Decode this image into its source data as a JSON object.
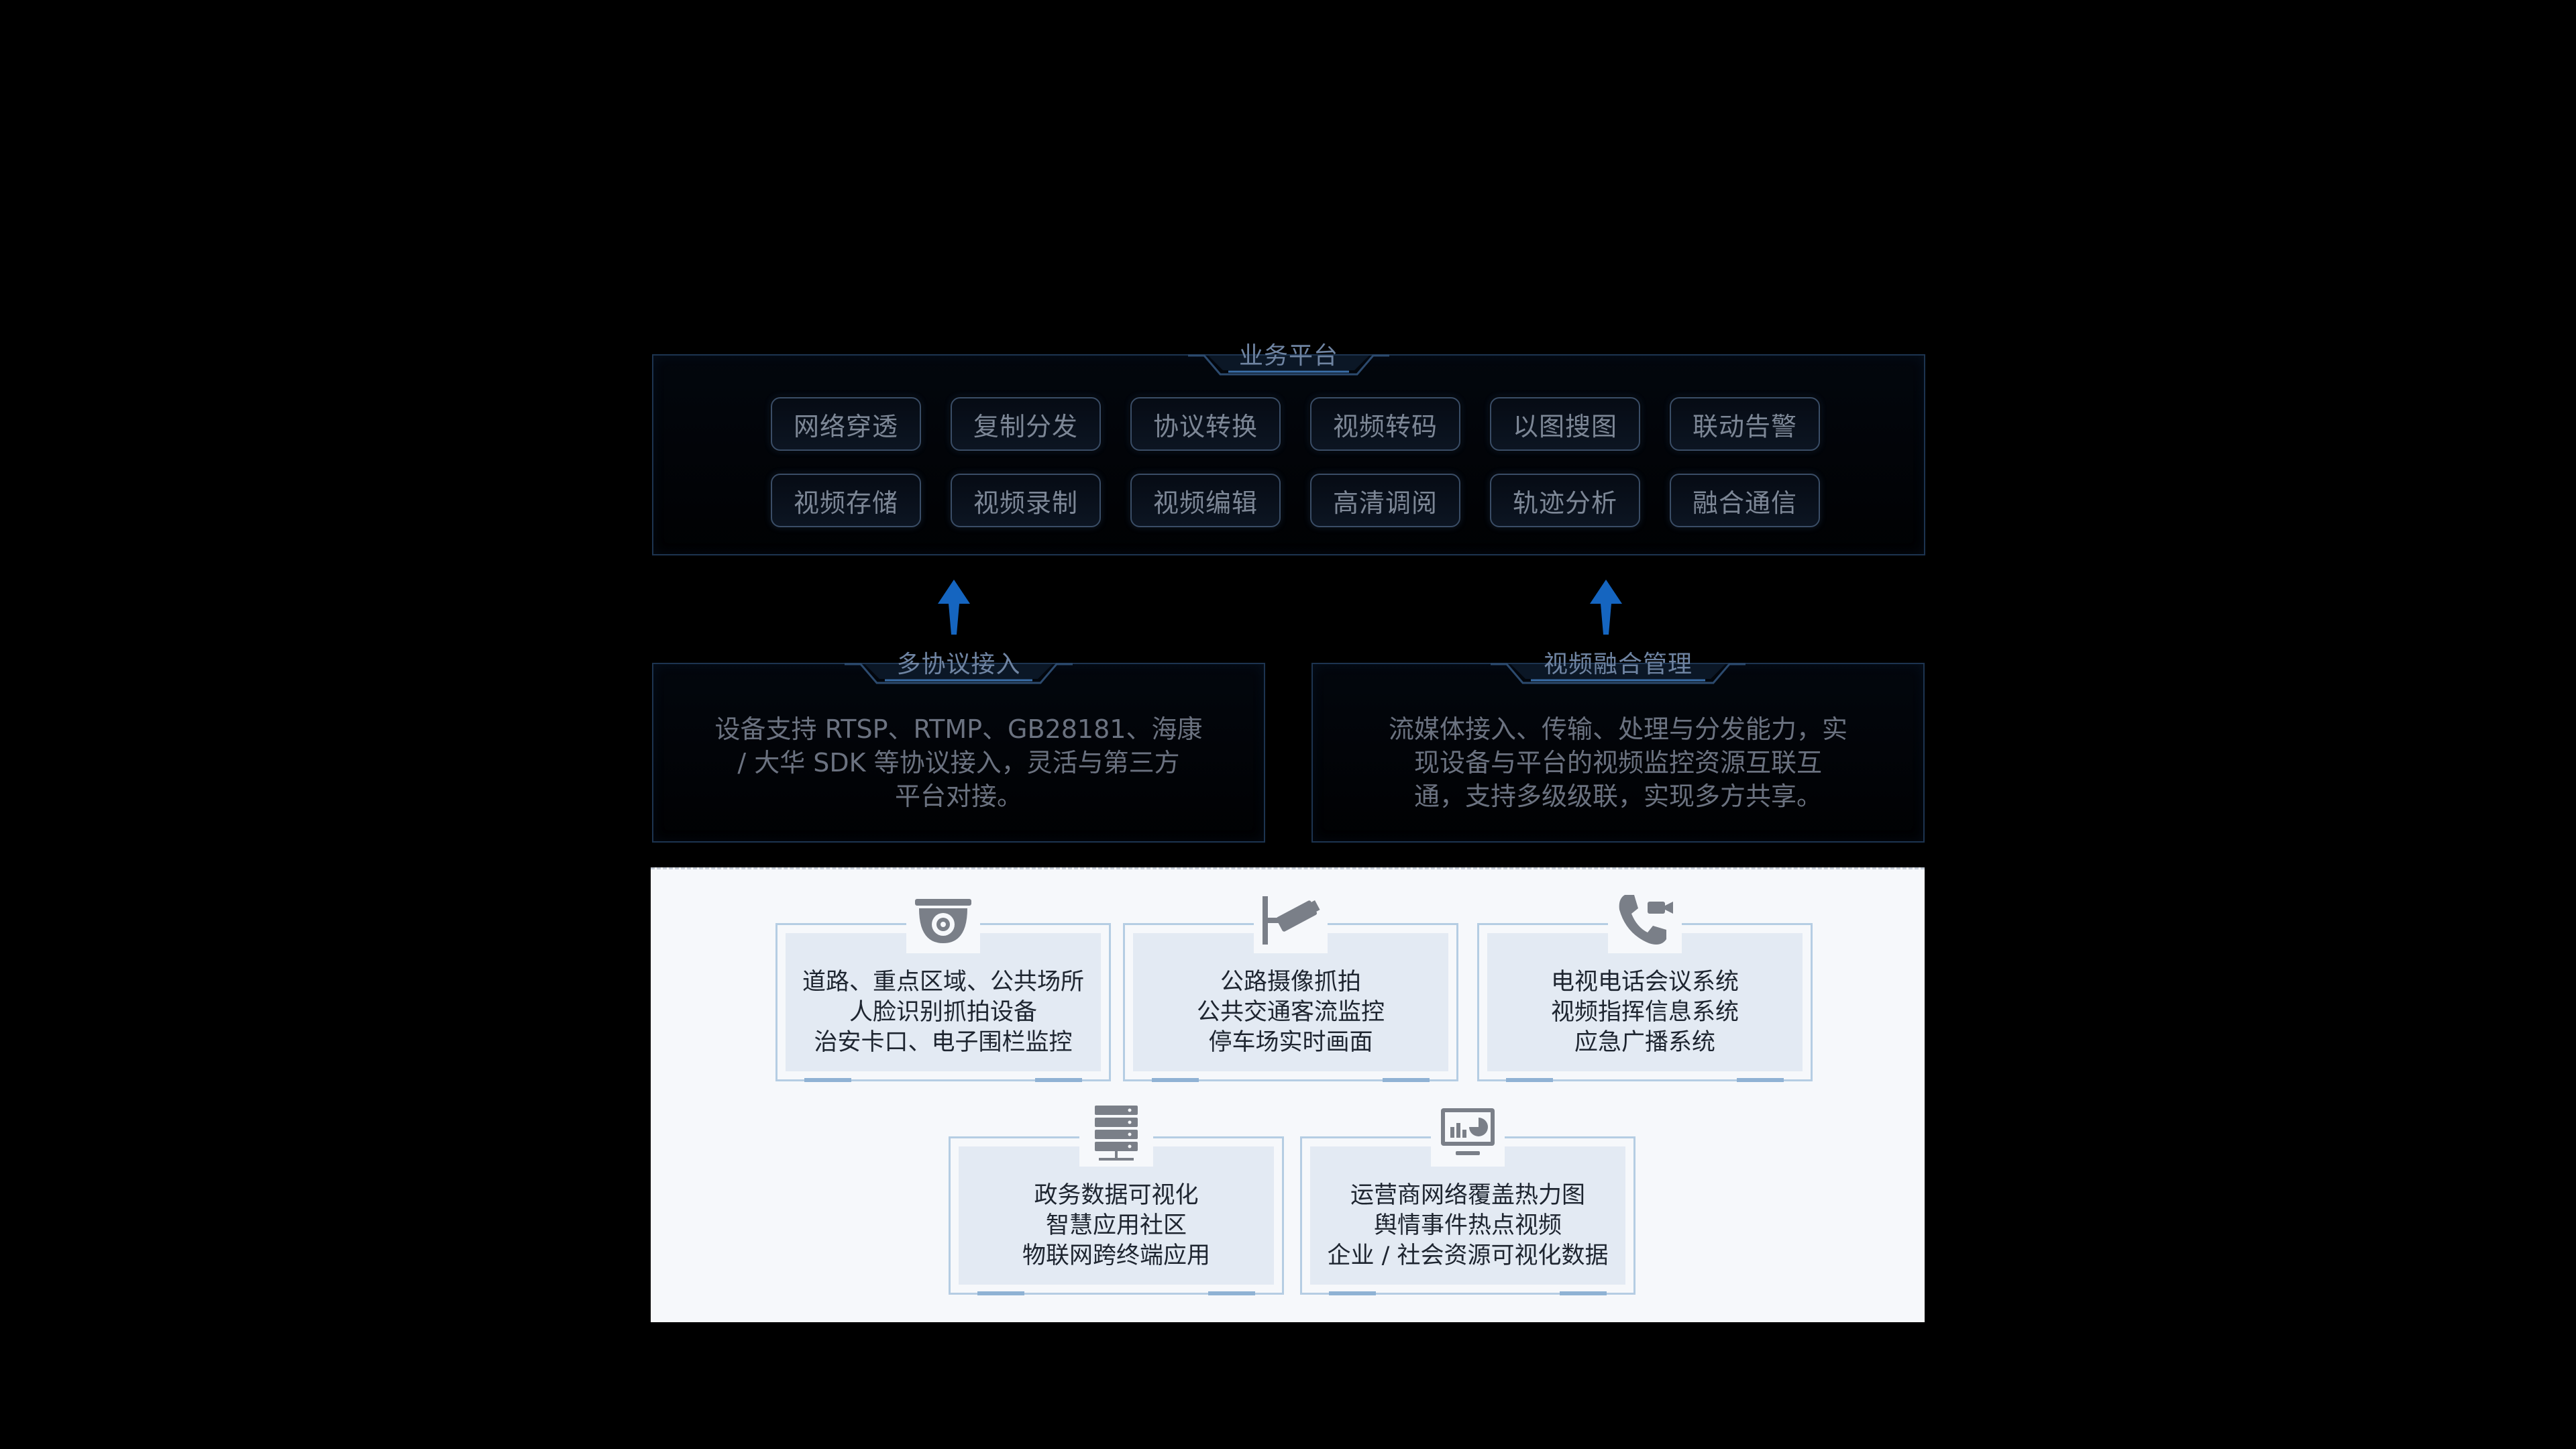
{
  "platform": {
    "title": "业务平台",
    "functions": [
      "网络穿透",
      "复制分发",
      "协议转换",
      "视频转码",
      "以图搜图",
      "联动告警",
      "视频存储",
      "视频录制",
      "视频编辑",
      "高清调阅",
      "轨迹分析",
      "融合通信"
    ]
  },
  "multi_protocol": {
    "title": "多协议接入",
    "lines": [
      "设备支持 RTSP、RTMP、GB28181、海康",
      "/ 大华 SDK 等协议接入，灵活与第三方",
      "平台对接。"
    ]
  },
  "video_fusion": {
    "title": "视频融合管理",
    "lines": [
      "流媒体接入、传输、处理与分发能力，实",
      "现设备与平台的视频监控资源互联互",
      "通，支持多级级联，实现多方共享。"
    ]
  },
  "sources": [
    {
      "icon": "dome-camera-icon",
      "lines": [
        "道路、重点区域、公共场所",
        "人脸识别抓拍设备",
        "治安卡口、电子围栏监控"
      ]
    },
    {
      "icon": "cctv-camera-icon",
      "lines": [
        "公路摄像抓拍",
        "公共交通客流监控",
        "停车场实时画面"
      ]
    },
    {
      "icon": "video-phone-icon",
      "lines": [
        "电视电话会议系统",
        "视频指挥信息系统",
        "应急广播系统"
      ]
    },
    {
      "icon": "server-icon",
      "lines": [
        "政务数据可视化",
        "智慧应用社区",
        "物联网跨终端应用"
      ]
    },
    {
      "icon": "monitor-chart-icon",
      "lines": [
        "运营商网络覆盖热力图",
        "舆情事件热点视频",
        "企业 / 社会资源可视化数据"
      ]
    }
  ],
  "colors": {
    "background": "#000000",
    "panel_border": "#1d3450",
    "arrow": "#1565c0",
    "light_area": "#f6f8fb",
    "card_border": "#b5cde3",
    "icon": "#7a7f88"
  }
}
